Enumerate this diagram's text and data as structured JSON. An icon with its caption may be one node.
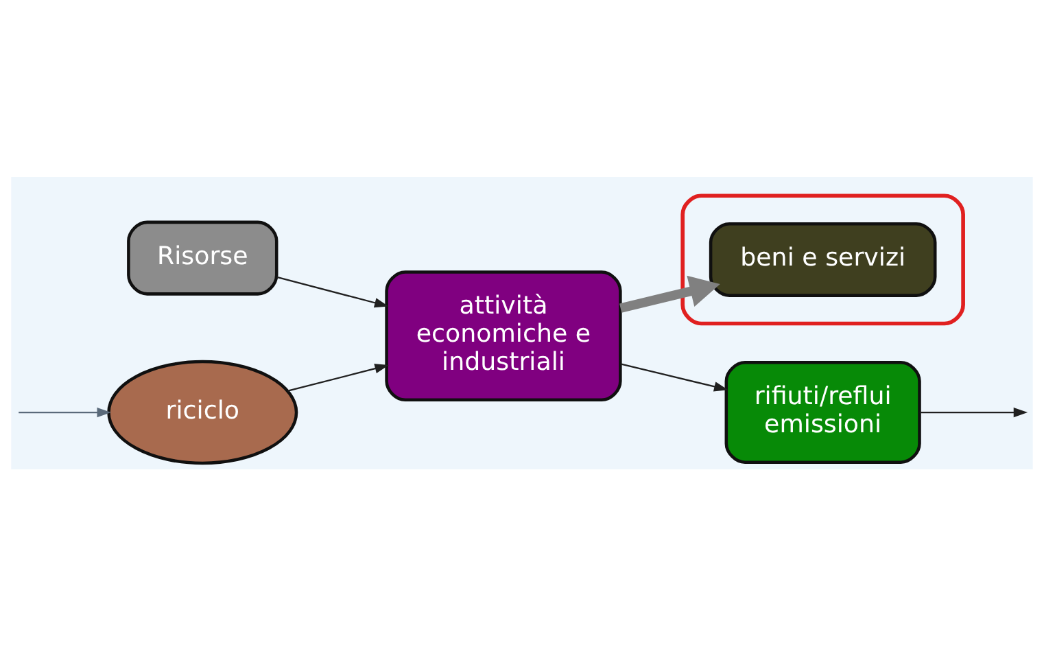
{
  "diagram": {
    "nodes": [
      {
        "text": [
          "Risorse"
        ]
      },
      {
        "text": [
          "attività economiche e industriali"
        ]
      },
      {
        "text": [],
        "shape": "ellipse"
      },
      {
        "text": [
          "beni e servizi"
        ],
        "in": 2
      },
      {
        "text": [
          "rifiuti/reflui emissioni"
        ]
      },
      {
        "text": [
          "riciclo"
        ]
      }
    ],
    "edges": [
      {
        "from": 0,
        "to": 1,
        "arrow": "to"
      },
      {
        "from": 1,
        "to": 3,
        "arrow": "to",
        "style": "thick",
        "color": "#808080"
      },
      {
        "from": 1,
        "to": 4,
        "arrow": "to"
      },
      {
        "from": 4,
        "to": null,
        "arrow": "to"
      },
      {
        "from": null,
        "to": 5,
        "arrow": "to",
        "color": "#5a6a7a"
      },
      {
        "from": 5,
        "to": 1,
        "arrow": "to"
      }
    ]
  }
}
